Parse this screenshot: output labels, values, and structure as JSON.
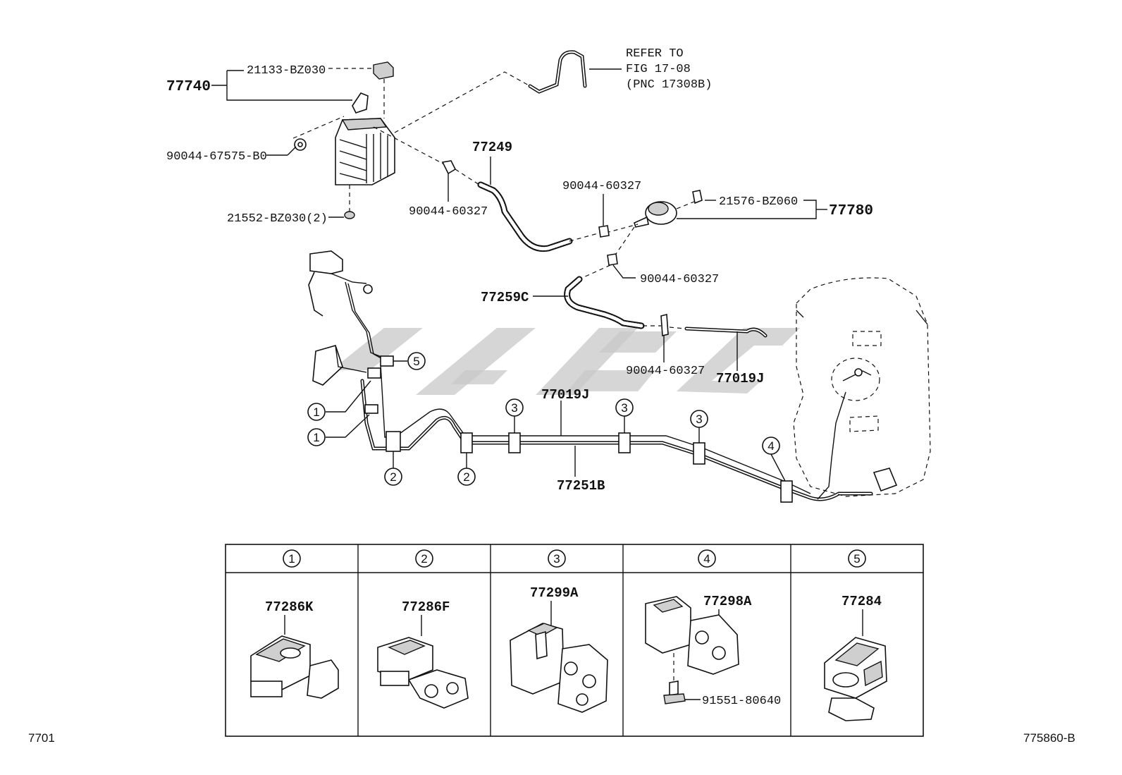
{
  "labels": {
    "canister_assy": "77740",
    "canister_cap": "21133-BZ030",
    "refer_line1": "REFER TO",
    "refer_line2": "FIG 17-08",
    "refer_line3": "(PNC 17308B)",
    "canister_clip": "90044-67575-B0",
    "canister_nut": "21552-BZ030(2)",
    "hose_upper": "77249",
    "clamp_a": "90044-60327",
    "clamp_b": "90044-60327",
    "clamp_c": "90044-60327",
    "clamp_d": "90044-60327",
    "valve_clip": "21576-BZ060",
    "valve_assy": "77780",
    "hose_mid": "77259C",
    "tube_short": "77019J",
    "tube_long": "77019J",
    "tube_main": "77251B",
    "bottom_left_code": "7701",
    "bottom_right_code": "775860-B"
  },
  "callouts": [
    "1",
    "1",
    "2",
    "2",
    "3",
    "3",
    "3",
    "4",
    "5"
  ],
  "detail_table": {
    "headers": [
      "1",
      "2",
      "3",
      "4",
      "5"
    ],
    "parts": [
      "77286K",
      "77286F",
      "77299A",
      "77298A",
      "77284"
    ],
    "bolt": "91551-80640"
  },
  "colors": {
    "line": "#111111",
    "background": "#ffffff",
    "watermark": "#c8c8c8"
  }
}
